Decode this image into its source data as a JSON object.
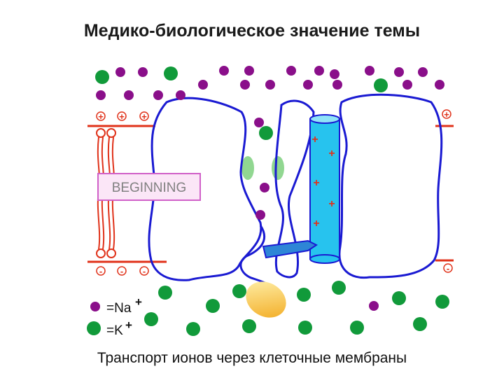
{
  "title": "Медико-биологическое значение темы",
  "caption": "Транспорт ионов через клеточные мембраны",
  "animation_label": "BEGINNING",
  "legend": {
    "na_label": "=Na",
    "na_sup": "+",
    "k_label": "=K",
    "k_sup": "+"
  },
  "charge_labels": {
    "positive": "+",
    "negative": "-"
  },
  "colors": {
    "sodium": "#8a0f8a",
    "potassium": "#119a3a",
    "membrane": "#e0321a",
    "channel_outline": "#1a1ad2",
    "channel_cyan": "#27c3ee",
    "charge": "#e0321a",
    "label_border": "#d060c8",
    "label_fill": "#fbe6f7",
    "label_text": "#808080"
  }
}
